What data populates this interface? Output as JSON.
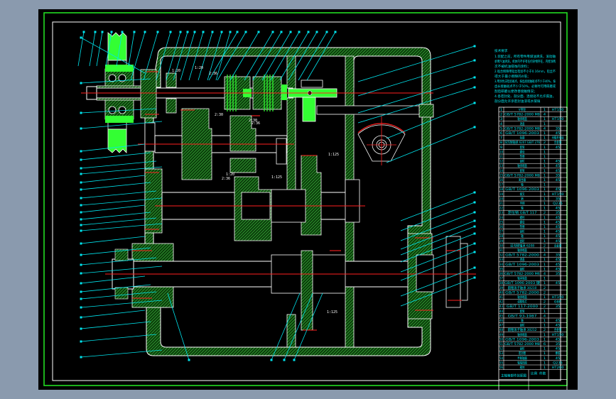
{
  "drawing": {
    "title": "Gearbox assembly drawing",
    "colors": {
      "background": "#8a9aae",
      "paper": "#000000",
      "outer_frame": "#22dd22",
      "inner_frame": "#ffffff",
      "section_fill": "#33aa33",
      "solid_part": "#33ff33",
      "centerline": "#ff2020",
      "leader": "#00e5ee",
      "outline": "#ffffff"
    },
    "technical_requirements": {
      "heading": "技术要求",
      "lines": [
        "1.装配之前，所有零件用煤油清洗，滚动轴",
        "承用汽油清洗，机体内不许有任何杂物存在，内壁涂两",
        "次不被机油侵蚀的涂料；",
        "2.啮合侧隙用铅丝检验不小于0.16mm，铅丝不",
        "得大于最小侧隙的4倍；",
        "3.用涂色法检验斑点，按齿高接触斑点不少于40%，按",
        "齿长接触斑点不少于50%，必要时可用研磨或",
        "刮后研磨以便改善接触情况；",
        "4.各密封处、剖分面、连接处不允许漏油，",
        "剖分面允许涂密封油漆或水玻璃"
      ]
    },
    "part_labels": [
      "1:20",
      "1:20",
      "2:36",
      "2:30",
      "2:30",
      "2:36",
      "1:20",
      "2:36",
      "1:125",
      "1:125",
      "1:125"
    ],
    "bom": {
      "rows": [
        [
          "1",
          "V带轮",
          "1",
          "HT150"
        ],
        [
          "2",
          "GB/T 5782-2000 M8",
          "4",
          ""
        ],
        [
          "3",
          "轴承端盖",
          "1",
          "HT150"
        ],
        [
          "4",
          "透盖",
          "1",
          ""
        ],
        [
          "5",
          "GB/T 5782-2000 M8",
          "4",
          "35"
        ],
        [
          "6",
          "GB/T 1096-2003",
          "1",
          "45"
        ],
        [
          "7",
          "毡圈",
          "1",
          "半粗羊毛毡"
        ],
        [
          "8",
          "深沟球轴承 6207 GB/T 276",
          "2",
          "合金钢"
        ],
        [
          "9",
          "套筒",
          "1",
          "45"
        ],
        [
          "10",
          "螺母",
          "1",
          ""
        ],
        [
          "11",
          "垫圈",
          "1",
          ""
        ],
        [
          "12",
          "齿轮",
          "1",
          "45"
        ],
        [
          "13",
          "轴承端盖",
          "1",
          "45"
        ],
        [
          "14",
          "套筒",
          "1",
          "45"
        ],
        [
          "15",
          "GB/T 5782-2000 M8",
          "1",
          "35"
        ],
        [
          "16",
          "离合器",
          "1",
          "45"
        ],
        [
          "17",
          "轴",
          "1",
          ""
        ],
        [
          "18",
          "GB/T 1096-2003",
          "1",
          "45"
        ],
        [
          "19",
          "拨叉",
          "1",
          "HT150"
        ],
        [
          "20",
          "销",
          "1",
          "35"
        ],
        [
          "21",
          "手柄",
          "1",
          "Q235"
        ],
        [
          "22",
          "轴",
          "1",
          "45"
        ],
        [
          "23",
          "定位销 GB/T 117",
          "2",
          "35"
        ],
        [
          "24",
          "螺栓",
          "1",
          "45"
        ],
        [
          "25",
          "螺母",
          "1",
          "45"
        ],
        [
          "26",
          "垫圈",
          "1",
          "45"
        ],
        [
          "27",
          "齿轮",
          "1",
          "45"
        ],
        [
          "28",
          "轴",
          "1",
          "45"
        ],
        [
          "29",
          "齿轮",
          "1",
          "45"
        ],
        [
          "30",
          "深沟球轴承 6208",
          "2",
          "合金钢"
        ],
        [
          "31",
          "轴承端盖",
          "1",
          ""
        ],
        [
          "32",
          "GB/T 5782-2000",
          "4",
          "35"
        ],
        [
          "33",
          "透盖",
          "1",
          "45"
        ],
        [
          "34",
          "GB/T 1096-2003",
          "1",
          "45"
        ],
        [
          "35",
          "齿轮",
          "1",
          "45"
        ],
        [
          "36",
          "GB/T 5782-2000 M6",
          "4",
          "35"
        ],
        [
          "37",
          "轴承端盖",
          "1",
          ""
        ],
        [
          "38",
          "GB/T 1096-2003 键",
          "1",
          "45"
        ],
        [
          "39",
          "圆锥滚子轴承 30210",
          "2",
          ""
        ],
        [
          "40",
          "GB/T 5782-2000",
          "2",
          ""
        ],
        [
          "41",
          "轴承端盖",
          "1",
          "HT150"
        ],
        [
          "42",
          "调整垫片",
          "2",
          "08F"
        ],
        [
          "43",
          "GB/T 117-2000",
          "2",
          "35"
        ],
        [
          "44",
          "套筒",
          "1",
          ""
        ],
        [
          "45",
          "GB/T 93-1987",
          "4",
          ""
        ],
        [
          "46",
          "轴",
          "1",
          "45"
        ],
        [
          "47",
          "齿轮",
          "1",
          "45"
        ],
        [
          "48",
          "圆锥滚子轴承 30212",
          "2",
          "合金钢"
        ],
        [
          "49",
          "轴承端盖",
          "1",
          "HT150"
        ],
        [
          "50",
          "GB/T 1096-2003",
          "1",
          "45"
        ],
        [
          "51",
          "GB/T 5782-2000 M8",
          "6",
          "35"
        ],
        [
          "52",
          "齿轮",
          "1",
          "45"
        ],
        [
          "53",
          "密封圈",
          "1",
          "橡胶"
        ],
        [
          "54",
          "半联轴器",
          "1",
          "45"
        ],
        [
          "55",
          "轴端挡圈",
          "1",
          "Q235"
        ],
        [
          "56",
          "箱体",
          "1",
          "HT200"
        ]
      ],
      "title_block": {
        "name": "主轴箱部件装配图",
        "scale_label": "比例",
        "qty_label": "件数"
      }
    },
    "leader_count_top": 24
  }
}
